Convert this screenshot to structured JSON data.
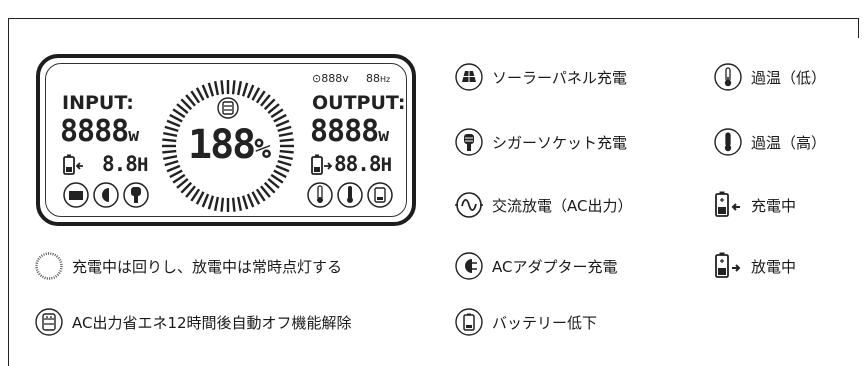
{
  "display": {
    "input_label": "INPUT:",
    "output_label": "OUTPUT:",
    "input_watts": "8888",
    "input_unit": "w",
    "output_watts": "8888",
    "output_unit": "w",
    "input_hours": "8.8",
    "input_hours_unit": "H",
    "output_hours": "88.8",
    "output_hours_unit": "H",
    "battery_percent": "188",
    "percent_sign": "%",
    "voltage": "888",
    "voltage_unit": "v",
    "frequency": "88",
    "frequency_unit": "Hz"
  },
  "legend": {
    "spinning_ring": "充電中は回りし、放電中は常時点灯する",
    "ac_auto_off": "AC出力省エネ12時間後自動オフ機能解除",
    "solar": "ソーラーパネル充電",
    "car": "シガーソケット充電",
    "ac_output": "交流放電（AC出力）",
    "ac_adapter": "ACアダプター充電",
    "battery_low": "バッテリー低下",
    "temp_low": "過温（低）",
    "temp_high": "過温（高）",
    "charging": "充電中",
    "discharging": "放電中"
  }
}
